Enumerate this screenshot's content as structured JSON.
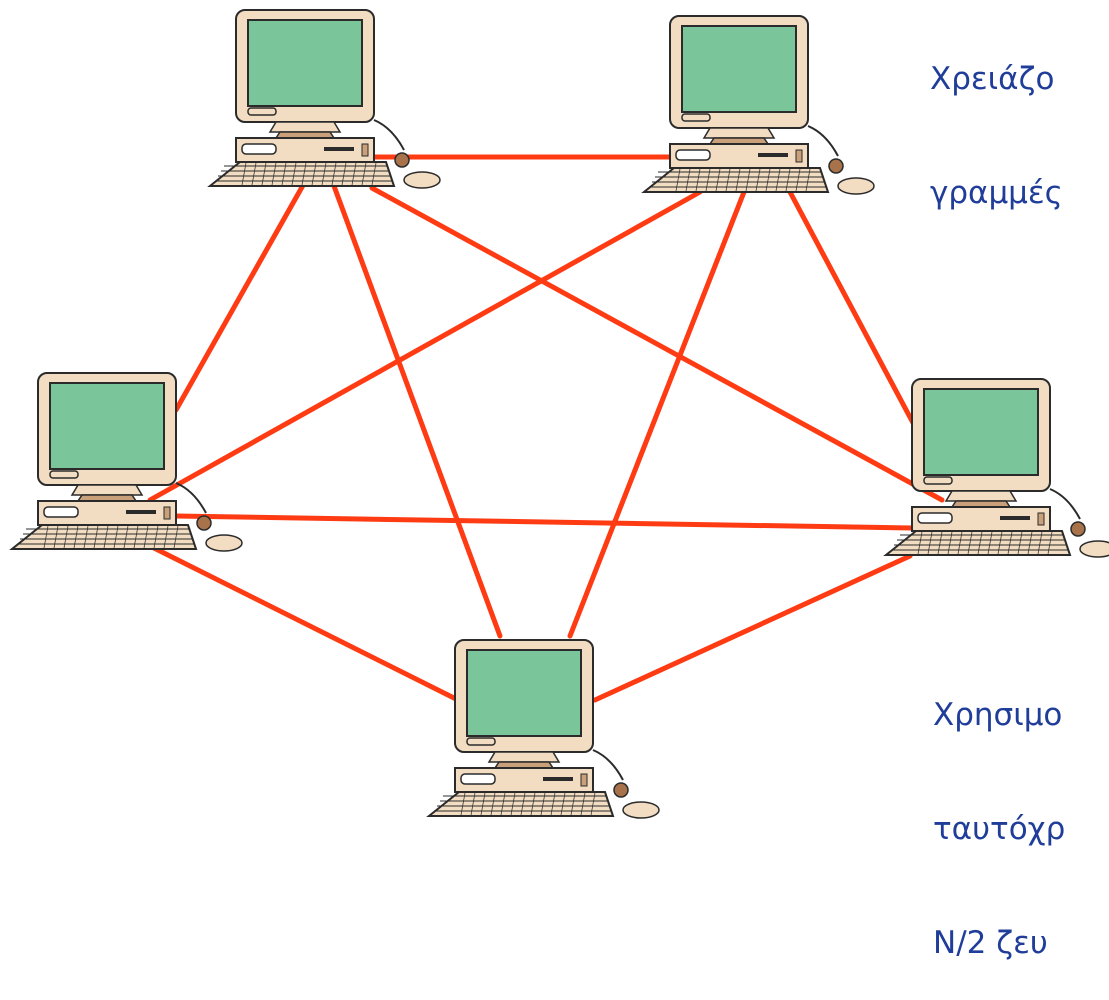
{
  "diagram": {
    "colors": {
      "link": "#ff3b14",
      "screen": "#7bc59b",
      "body": "#f2dcc2",
      "outline": "#2b2b2b",
      "text": "#1f3d99"
    },
    "computers": [
      {
        "id": "top-left",
        "icon": "desktop-computer-icon"
      },
      {
        "id": "top-right",
        "icon": "desktop-computer-icon"
      },
      {
        "id": "left",
        "icon": "desktop-computer-icon"
      },
      {
        "id": "right",
        "icon": "desktop-computer-icon"
      },
      {
        "id": "bottom",
        "icon": "desktop-computer-icon"
      }
    ],
    "links": [
      [
        "top-left",
        "top-right"
      ],
      [
        "top-left",
        "left"
      ],
      [
        "top-left",
        "right"
      ],
      [
        "top-left",
        "bottom"
      ],
      [
        "top-right",
        "left"
      ],
      [
        "top-right",
        "right"
      ],
      [
        "top-right",
        "bottom"
      ],
      [
        "left",
        "right"
      ],
      [
        "left",
        "bottom"
      ],
      [
        "right",
        "bottom"
      ]
    ]
  },
  "text_top": {
    "line1": "Χρειάζο",
    "line2": "γραμμές"
  },
  "text_bottom": {
    "line1": "Χρησιμο",
    "line2": "ταυτόχρ",
    "line3": "N/2 ζευ"
  }
}
